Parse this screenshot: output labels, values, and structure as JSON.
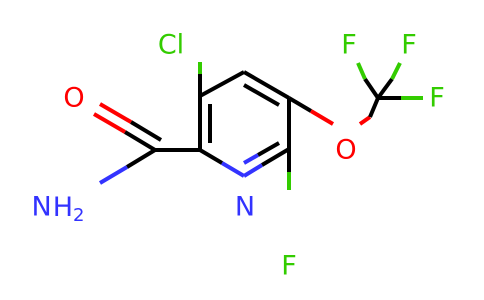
{
  "molecule": {
    "atoms": {
      "cl": "Cl",
      "n": "N",
      "f_ring": "F",
      "o_carbonyl": "O",
      "nh2": "NH2",
      "o_ether": "O",
      "f_top_left": "F",
      "f_top_right": "F",
      "f_right": "F"
    }
  },
  "colors": {
    "carbon_bond": "#000000",
    "oxygen": "#ff0000",
    "nitrogen": "#3333ff",
    "fluorine": "#33cc00",
    "chlorine": "#33cc00"
  }
}
